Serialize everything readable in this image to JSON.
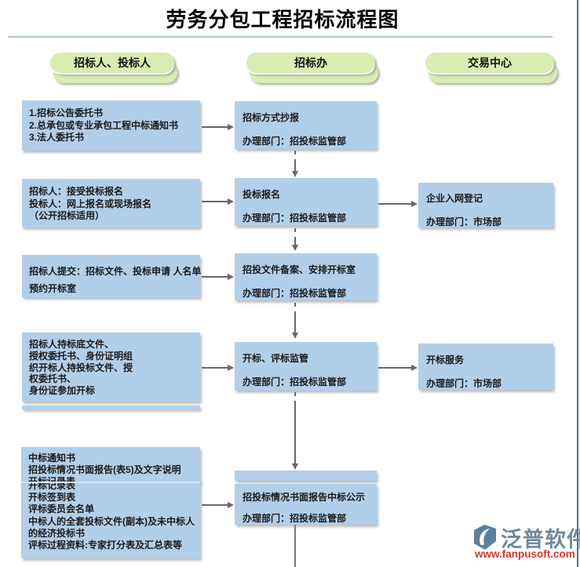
{
  "title": "劳务分包工程招标流程图",
  "lanes": {
    "bidders": "招标人、投标人",
    "bid_office": "招标办",
    "trade_center": "交易中心"
  },
  "left": {
    "r1": {
      "l1": "1.招标公告委托书",
      "l2": "2.总承包或专业承包工程中标通知书",
      "l3": "3.法人委托书"
    },
    "r2": {
      "l1": "招标人：接受投标报名",
      "l2": "投标人：网上报名或现场报名",
      "l3": "（公开招标适用）"
    },
    "r3": {
      "l1": "招标人提交：招标文件、投标申请 人名单",
      "l2": "预约开标室"
    },
    "r4": {
      "l1": "招标人持标底文件、",
      "l2": "授权委托书、身份证明组",
      "l3": "织开标人持投标文件、授",
      "l4": "权委托书、",
      "l5": "身份证参加开标"
    },
    "r5a": {
      "l1": "中标通知书",
      "l2": "招投标情况书面报告(表5)及文字说明",
      "l3": "开标记录表"
    },
    "r5b": {
      "l1": "开标记录表",
      "l2": "开标签到表",
      "l3": "评标委员会名单",
      "l4": "中标人的全套投标文件(副本)及未中标人",
      "l5": "的经济投标书",
      "l6": "评标过程资料:专家打分表及汇总表等"
    }
  },
  "middle": {
    "r1": {
      "t": "招标方式抄报",
      "d": "办理部门：招投标监管部"
    },
    "r2": {
      "t": "投标报名",
      "d": "办理部门：招投标监管部"
    },
    "r3": {
      "t": "招投文件备案、安排开标室",
      "d": "办理部门：招投标监管部"
    },
    "r4": {
      "t": "开标、评标监管",
      "d": "办理部门：招投标监管部"
    },
    "r5": {
      "t": "招投标情况书面报告中标公示",
      "d": "办理部门：招投标监管部"
    }
  },
  "right": {
    "r1": {
      "t": "企业入网登记",
      "d": "办理部门：市场部"
    },
    "r2": {
      "t": "开标服务",
      "d": "办理部门：市场部"
    }
  },
  "logo": {
    "name": "泛普软件",
    "url": "www.fanpusoft.com"
  },
  "colors": {
    "box_fill": "#b2cfea",
    "pill_fill": "#d9ecb2",
    "frame_line": "#3a72a5",
    "divider_line": "#a9c3dc",
    "arrow": "#5f6a72",
    "logo_text": "#71889e",
    "logo_url": "#cf3a2c"
  }
}
